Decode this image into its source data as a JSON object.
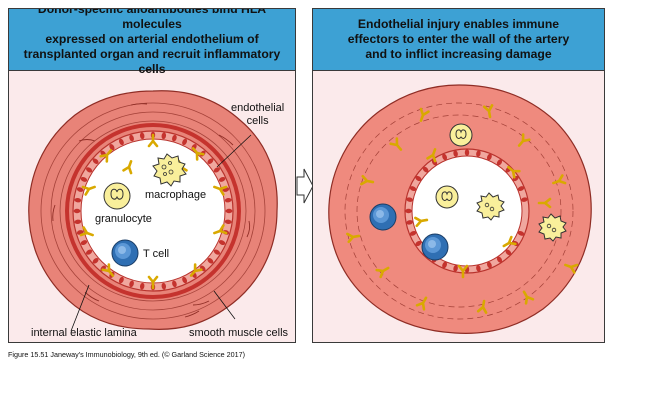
{
  "panels": [
    {
      "heading": "Donor-specific alloantibodies bind HLA molecules\nexpressed on arterial endothelium of\ntransplanted organ and recruit inflammatory cells",
      "labels": {
        "endothelial_cells": "endothelial\ncells",
        "macrophage": "macrophage",
        "granulocyte": "granulocyte",
        "t_cell": "T cell",
        "internal_elastic_lamina": "internal elastic lamina",
        "smooth_muscle_cells": "smooth muscle cells"
      }
    },
    {
      "heading": "Endothelial injury enables immune\neffectors to enter the wall of the artery\nand to inflict increasing damage"
    }
  ],
  "caption": "Figure 15.51  Janeway's Immunobiology, 9th ed. (© Garland Science 2017)",
  "colors": {
    "header": "#3da1d4",
    "vessel_wall": "#ef8a7e",
    "vessel_outer": "#e0756a",
    "lamina": "#c5332e",
    "lumen": "#ffffff",
    "antibody": "#f2c21b",
    "t_cell": "#2f6fb3",
    "innate_cell": "#f9ef9b"
  }
}
